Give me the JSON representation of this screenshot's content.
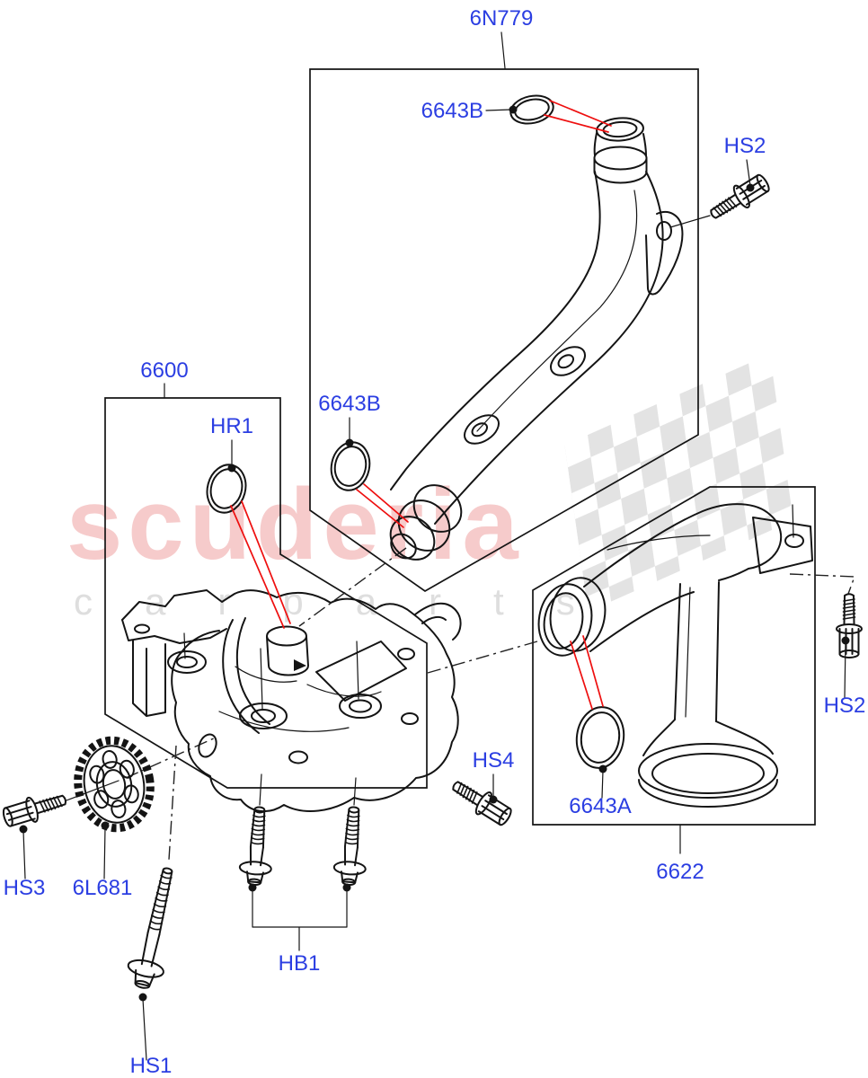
{
  "watermark": {
    "brand": "scuderia",
    "subtext": "carparts",
    "brand_color": "#f6cbcb",
    "subtext_color": "#dedede",
    "checker_color": "#e3e3e3"
  },
  "colors": {
    "label_blue": "#2b3ee2",
    "line_black": "#141414",
    "arrow_red": "#ee0f0f"
  },
  "labels": {
    "upper_tube_box": "6N779",
    "upper_oring": "6643B",
    "upper_screw": "HS2",
    "pump_box": "6600",
    "pump_oring": "HR1",
    "mid_oring": "6643B",
    "screw_hs4": "HS4",
    "lower_oring": "6643A",
    "pickup_box": "6622",
    "right_screw": "HS2",
    "screw_hs3": "HS3",
    "drive_gear": "6L681",
    "bolt_pair": "HB1",
    "long_bolt": "HS1"
  }
}
